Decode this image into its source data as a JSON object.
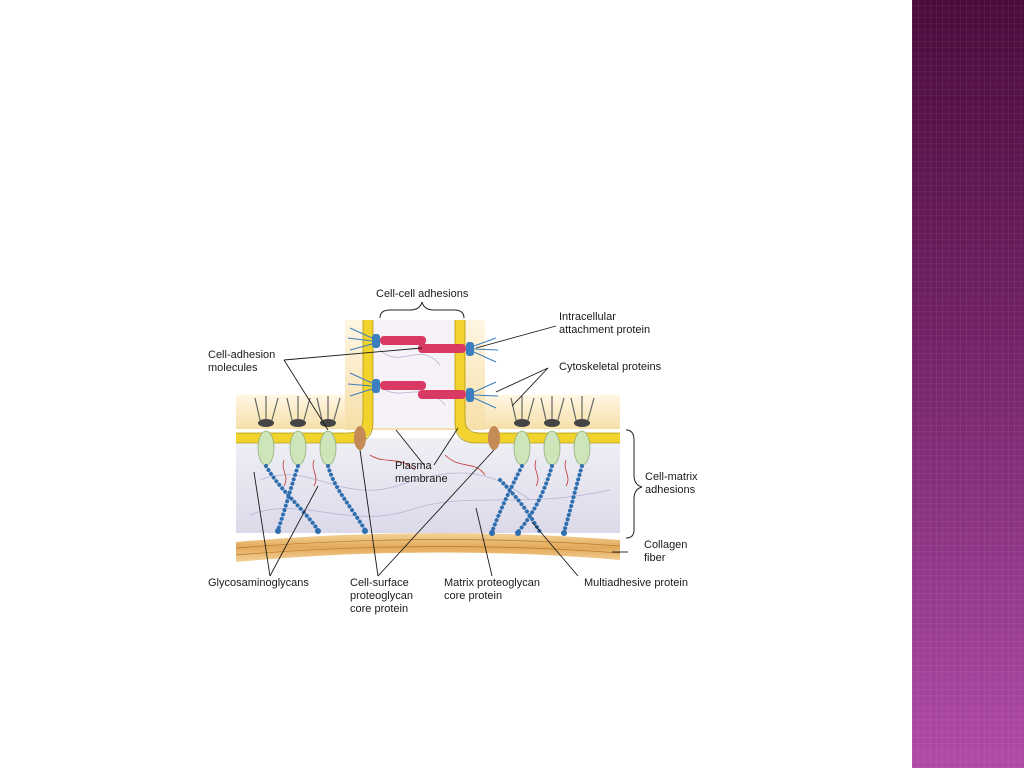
{
  "colors": {
    "side_band": "#6e2062",
    "membrane": "#f2d22c",
    "cytoplasm": "#f6dfa8",
    "matrix": "#e6e4f0",
    "collagen": "#e7b86a",
    "adhesion_molecule": "#d83a63",
    "attachment_protein": "#3b7fc1",
    "receptor": "#cde5b8",
    "proteoglycan_core": "#c48b56",
    "glycosaminoglycan": "#2f6fb0",
    "fibers": "#c23434"
  },
  "labels": {
    "cell_cell": "Cell-cell adhesions",
    "intracellular_1": "Intracellular",
    "intracellular_2": "attachment protein",
    "cell_adhesion_1": "Cell-adhesion",
    "cell_adhesion_2": "molecules",
    "cytoskeletal": "Cytoskeletal proteins",
    "cell_matrix_1": "Cell-matrix",
    "cell_matrix_2": "adhesions",
    "plasma_1": "Plasma",
    "plasma_2": "membrane",
    "collagen_1": "Collagen",
    "collagen_2": "fiber",
    "gag": "Glycosaminoglycans",
    "cell_surface_1": "Cell-surface",
    "cell_surface_2": "proteoglycan",
    "cell_surface_3": "core protein",
    "matrix_pg_1": "Matrix proteoglycan",
    "matrix_pg_2": "core protein",
    "multiadhesive": "Multiadhesive protein"
  }
}
